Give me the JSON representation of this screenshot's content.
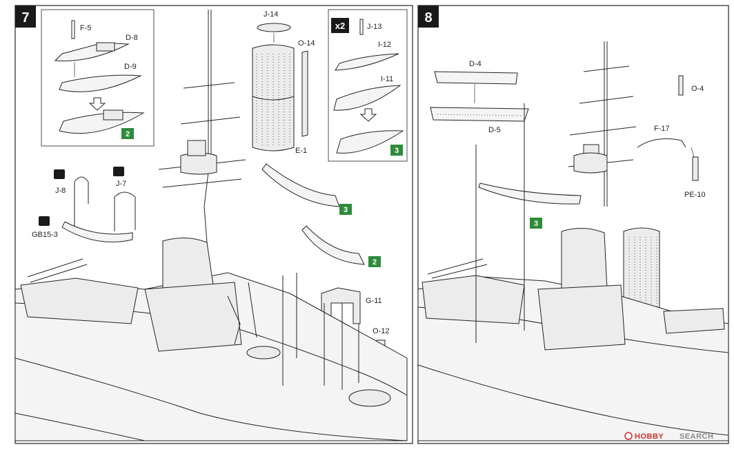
{
  "step7": {
    "number": "7",
    "inset_labels": {
      "pin": "F-5",
      "top": "D-8",
      "bottom": "D-9",
      "badge": "2"
    },
    "inset2_labels": {
      "multiplier": "x2",
      "pin": "J-13",
      "top": "I-12",
      "bottom": "I-11",
      "badge": "3"
    },
    "part_labels": {
      "j14": "J-14",
      "o14": "O-14",
      "e1": "E-1",
      "j8": "J-8",
      "j7": "J-7",
      "gb153": "GB15-3",
      "g11": "G-11",
      "o12": "O-12"
    },
    "badges": {
      "boat_upper": "3",
      "boat_lower": "2"
    }
  },
  "step8": {
    "number": "8",
    "part_labels": {
      "d4": "D-4",
      "d5": "D-5",
      "o4": "O-4",
      "f17": "F-17",
      "pe10": "PE-10"
    },
    "badges": {
      "boat": "3"
    }
  },
  "watermark": {
    "brand_a": "HOBBY",
    "brand_b": "SEARCH"
  },
  "colors": {
    "badge_green": "#2e8b3a",
    "step_black": "#1a1a1a",
    "watermark_red": "#c9302c"
  }
}
